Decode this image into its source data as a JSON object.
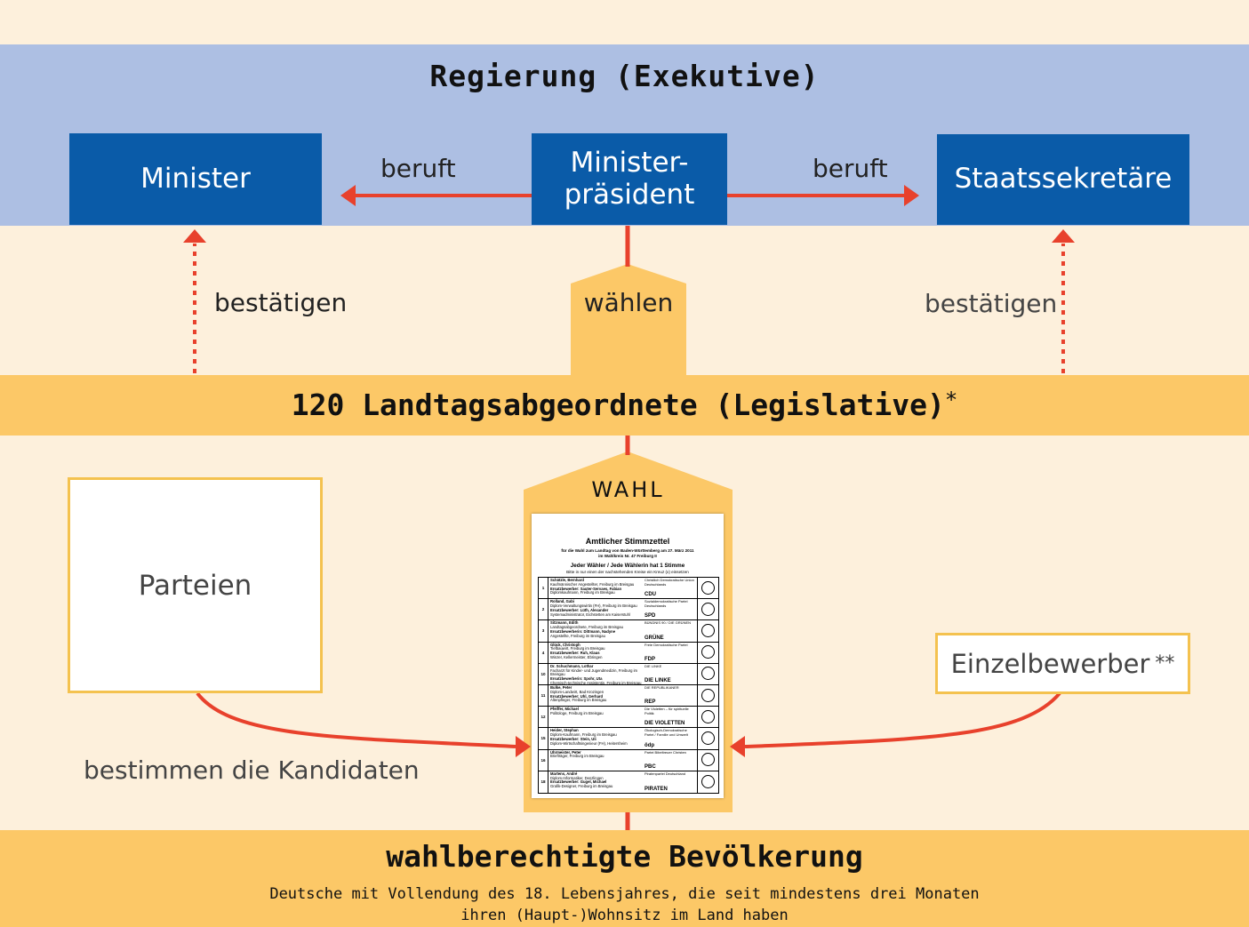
{
  "colors": {
    "background": "#fdf0dc",
    "executive_band": "#adbfe3",
    "box_blue": "#0a5ba8",
    "orange_band": "#fcc867",
    "arrow_red": "#e8412c",
    "outline_yellow": "#f4c24f"
  },
  "executive": {
    "title": "Regierung (Exekutive)",
    "minister": "Minister",
    "ministerpraesident_line1": "Minister-",
    "ministerpraesident_line2": "präsident",
    "staatssekretaere": "Staatssekretäre",
    "beruft_left": "beruft",
    "beruft_right": "beruft"
  },
  "middle": {
    "bestaetigen_left": "bestätigen",
    "waehlen": "wählen",
    "bestaetigen_right": "bestätigen"
  },
  "legislative": {
    "title": "120 Landtagsabgeordnete (Legislative)",
    "footnote_mark": "*"
  },
  "election": {
    "label": "WAHL",
    "parteien": "Parteien",
    "einzelbewerber": "Einzelbewerber",
    "einzelbewerber_mark": "**",
    "bestimmen": "bestimmen die Kandidaten"
  },
  "ballot": {
    "title": "Amtlicher Stimmzettel",
    "subtitle_line1": "für die Wahl zum Landtag von Baden-Württemberg am 27. März 2011",
    "subtitle_line2": "im Wahlkreis Nr. 47 Freiburg II",
    "heading": "Jeder Wähler / Jede Wählerin hat 1 Stimme",
    "note": "Bitte in nur einen der nachstehenden Kreise ein Kreuz (x) einsetzen",
    "rows": [
      {
        "num": "1",
        "candidate": "Schätzle, Bernhard",
        "cand_detail": "Kaufmännischer Angestellter, Freiburg im Breisgau",
        "substitute": "Ersatzbewerber: Sauter-Servaes, Fabian",
        "sub_detail": "Diplomkaufmann, Freiburg im Breisgau",
        "party": "Christlich Demokratische Union Deutschlands",
        "short": "CDU"
      },
      {
        "num": "2",
        "candidate": "Rolland, Gabi",
        "cand_detail": "Diplom-Verwaltungswirtin (FH), Freiburg im Breisgau",
        "substitute": "Ersatzbewerber: Lüth, Alexander",
        "sub_detail": "Systemadministrator, Eichstetten am Kaiserstuhl",
        "party": "Sozialdemokratische Partei Deutschlands",
        "short": "SPD"
      },
      {
        "num": "3",
        "candidate": "Sitzmann, Edith",
        "cand_detail": "Landtagsabgeordnete, Freiburg im Breisgau",
        "substitute": "Ersatzbewerberin: Dittmann, Nadyne",
        "sub_detail": "Angestellte, Freiburg im Breisgau",
        "party": "BÜNDNIS 90 / DIE GRÜNEN",
        "short": "GRÜNE"
      },
      {
        "num": "4",
        "candidate": "Glück, Christoph",
        "cand_detail": "Tiefbauwirt, Freiburg im Breisgau",
        "substitute": "Ersatzbewerber: Ruh, Klaus",
        "sub_detail": "Winzer, Kellermeister, Ebringen",
        "party": "Freie Demokratische Partei",
        "short": "FDP"
      },
      {
        "num": "10",
        "candidate": "Dr. Schuchmann, Lothar",
        "cand_detail": "Facharzt für Kinder- und Jugendmedizin, Freiburg im Breisgau",
        "substitute": "Ersatzbewerberin: Spohr, Uta",
        "sub_detail": "Chemisch-technische Assistentin, Freiburg im Breisgau",
        "party": "DIE LINKE",
        "short": "DIE LINKE"
      },
      {
        "num": "11",
        "candidate": "Bulke, Peter",
        "cand_detail": "Diplom-Landwirt, Bad Krozingen",
        "substitute": "Ersatzbewerber: Uhl, Gerhard",
        "sub_detail": "Altenpfleger, Freiburg im Breisgau",
        "party": "DIE REPUBLIKANER",
        "short": "REP"
      },
      {
        "num": "12",
        "candidate": "Pfeiffer, Michael",
        "cand_detail": "Politologe, Freiburg im Breisgau",
        "substitute": "",
        "sub_detail": "",
        "party": "Die Violetten – für spirituelle Politik",
        "short": "DIE VIOLETTEN"
      },
      {
        "num": "15",
        "candidate": "Heider, Stephan",
        "cand_detail": "Diplom-Kaufmann, Freiburg im Breisgau",
        "substitute": "Ersatzbewerber: Stein, Uli",
        "sub_detail": "Diplom-Wirtschaftsingenieur (FH), Heitersheim",
        "party": "Ökologisch-Demokratische Partei / Familie und Umwelt",
        "short": "ödp"
      },
      {
        "num": "16",
        "candidate": "Uhrmeister, Peter",
        "cand_detail": "Briefträger, Freiburg im Breisgau",
        "substitute": "",
        "sub_detail": "",
        "party": "Partei Bibeltreuer Christen",
        "short": "PBC"
      },
      {
        "num": "18",
        "candidate": "Martens, André",
        "cand_detail": "Diplom-Informatiker, Denzlingen",
        "substitute": "Ersatzbewerber: Gugel, Michael",
        "sub_detail": "Grafik-Designer, Freiburg im Breisgau",
        "party": "Piratenpartei Deutschland",
        "short": "PIRATEN"
      }
    ]
  },
  "population": {
    "title": "wahlberechtigte Bevölkerung",
    "line1": "Deutsche mit Vollendung des 18. Lebensjahres, die seit mindestens drei Monaten",
    "line2": "ihren (Haupt-)Wohnsitz im Land haben"
  }
}
